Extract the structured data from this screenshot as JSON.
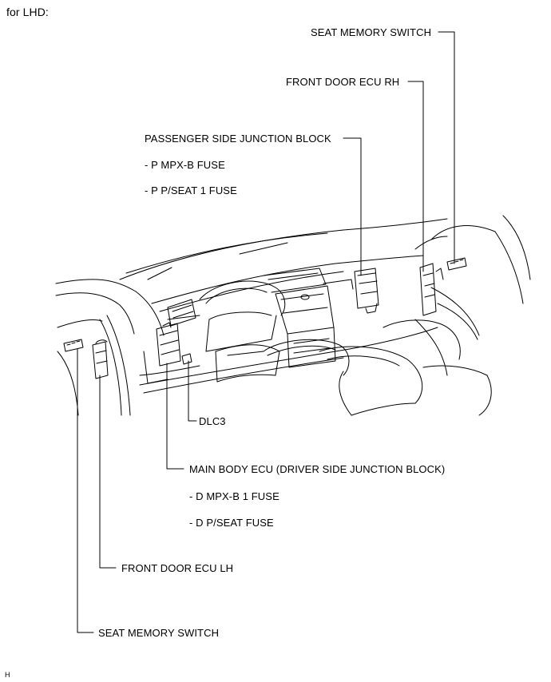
{
  "header": {
    "title": "for LHD:"
  },
  "callouts": {
    "seat_memory_switch_rh": "SEAT MEMORY SWITCH",
    "front_door_ecu_rh": "FRONT DOOR ECU RH",
    "passenger_jb": {
      "label": "PASSENGER SIDE JUNCTION BLOCK",
      "fuses": [
        "- P MPX-B FUSE",
        "- P P/SEAT 1 FUSE"
      ]
    },
    "dlc3": "DLC3",
    "main_body_ecu": {
      "label": "MAIN BODY ECU (DRIVER SIDE JUNCTION BLOCK)",
      "fuses": [
        "- D MPX-B 1 FUSE",
        "- D P/SEAT FUSE"
      ]
    },
    "front_door_ecu_lh": "FRONT DOOR ECU LH",
    "seat_memory_switch_lh": "SEAT MEMORY SWITCH"
  },
  "footer": {
    "figure_code": "H"
  }
}
